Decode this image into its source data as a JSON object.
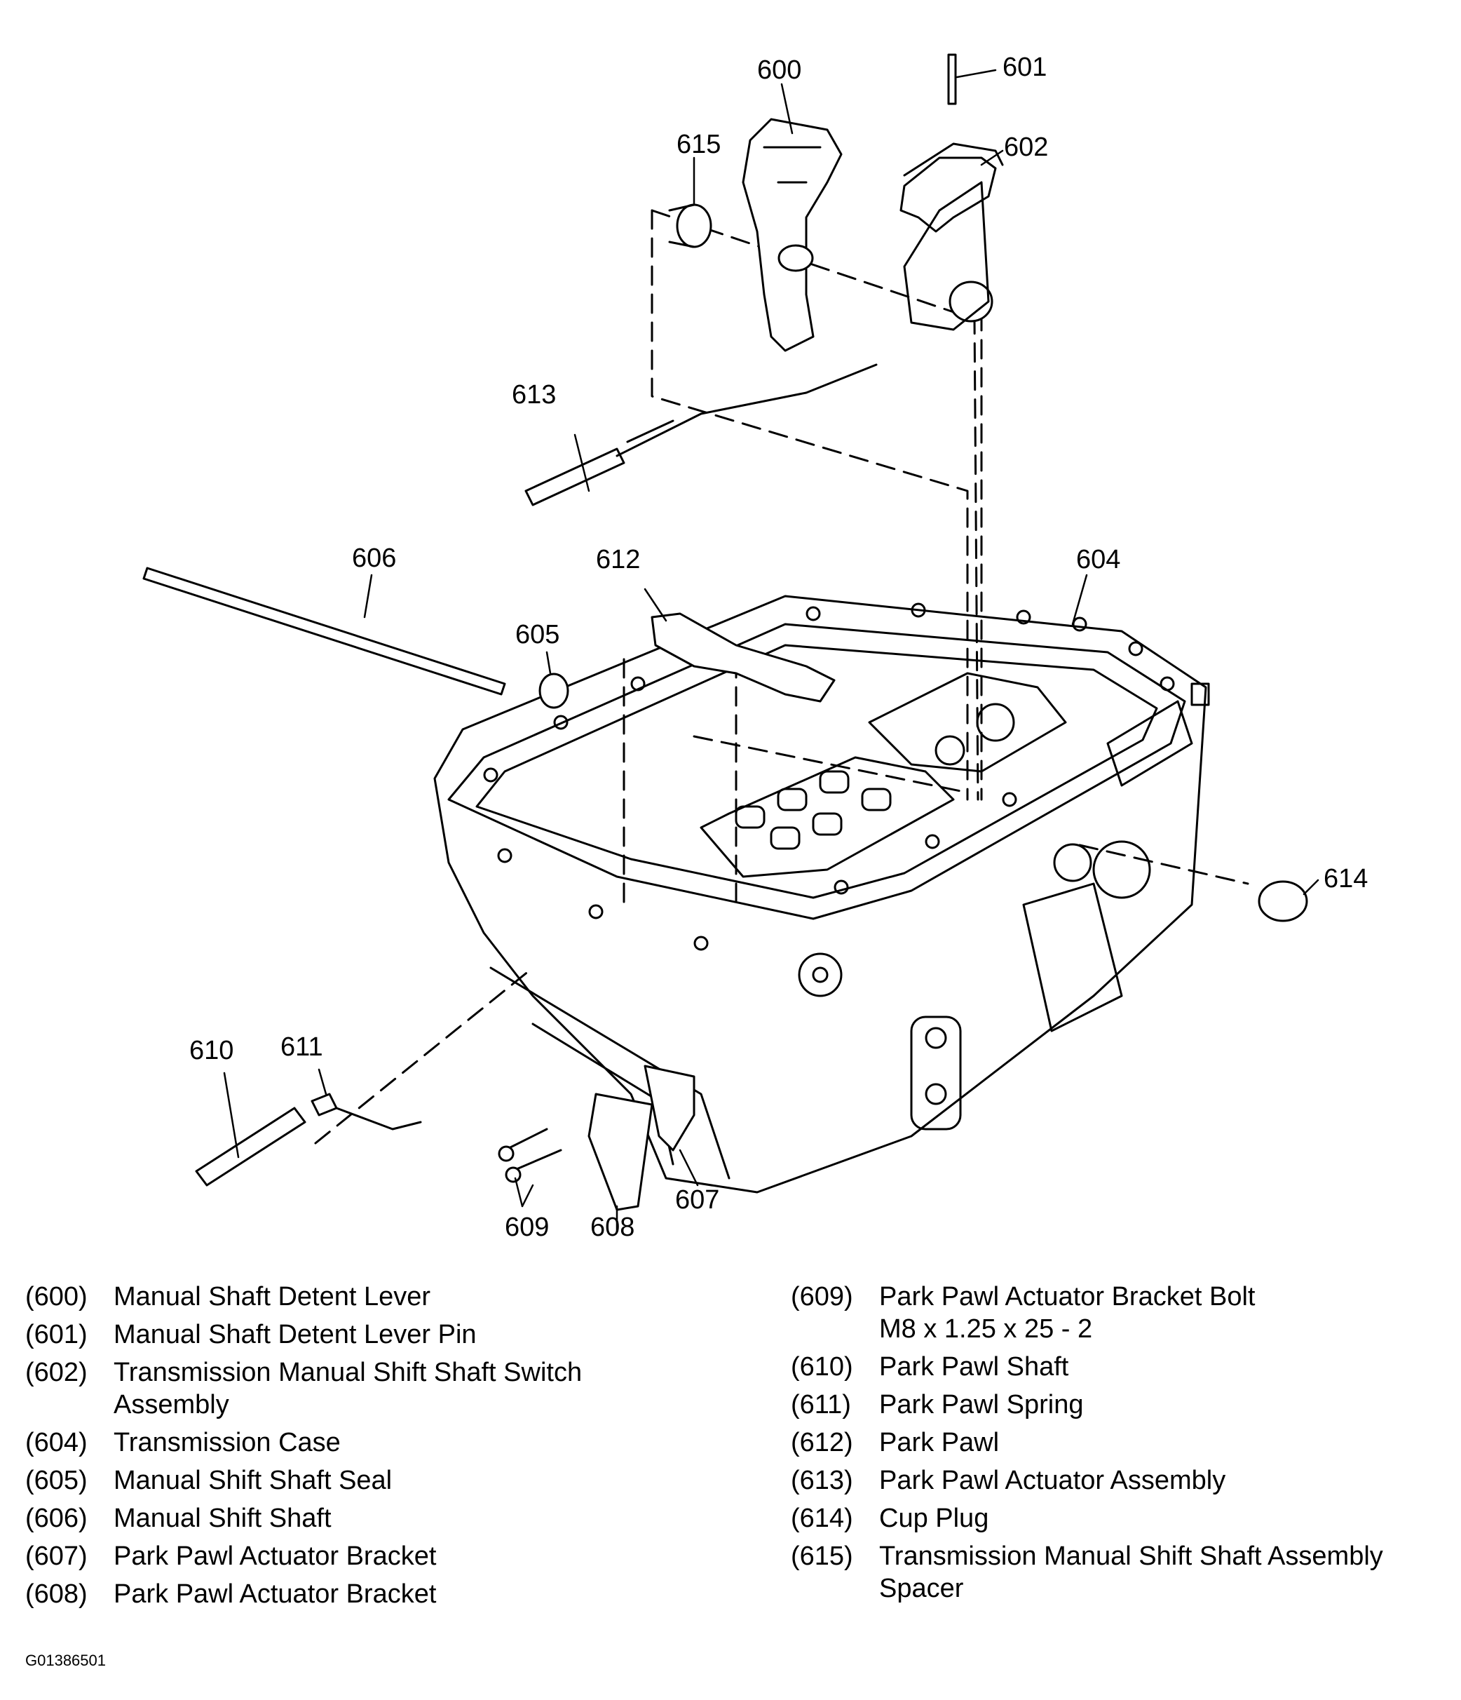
{
  "callouts": {
    "c600": "600",
    "c601": "601",
    "c602": "602",
    "c604": "604",
    "c605": "605",
    "c606": "606",
    "c607": "607",
    "c608": "608",
    "c609": "609",
    "c610": "610",
    "c611": "611",
    "c612": "612",
    "c613": "613",
    "c614": "614",
    "c615": "615"
  },
  "legend": {
    "left": [
      {
        "num": "(600)",
        "lines": [
          "Manual Shaft Detent Lever"
        ]
      },
      {
        "num": "(601)",
        "lines": [
          "Manual Shaft Detent Lever Pin"
        ]
      },
      {
        "num": "(602)",
        "lines": [
          "Transmission Manual Shift Shaft Switch",
          "Assembly"
        ]
      },
      {
        "num": "(604)",
        "lines": [
          "Transmission Case"
        ]
      },
      {
        "num": "(605)",
        "lines": [
          "Manual Shift Shaft Seal"
        ]
      },
      {
        "num": "(606)",
        "lines": [
          "Manual Shift Shaft"
        ]
      },
      {
        "num": "(607)",
        "lines": [
          "Park Pawl Actuator Bracket"
        ]
      },
      {
        "num": "(608)",
        "lines": [
          "Park Pawl Actuator Bracket"
        ]
      }
    ],
    "right": [
      {
        "num": "(609)",
        "lines": [
          "Park Pawl Actuator Bracket Bolt",
          "M8 x 1.25 x 25 - 2"
        ]
      },
      {
        "num": "(610)",
        "lines": [
          "Park Pawl Shaft"
        ]
      },
      {
        "num": "(611)",
        "lines": [
          "Park Pawl Spring"
        ]
      },
      {
        "num": "(612)",
        "lines": [
          "Park Pawl"
        ]
      },
      {
        "num": "(613)",
        "lines": [
          "Park Pawl Actuator Assembly"
        ]
      },
      {
        "num": "(614)",
        "lines": [
          "Cup Plug"
        ]
      },
      {
        "num": "(615)",
        "lines": [
          "Transmission Manual Shift Shaft Assembly",
          "Spacer"
        ]
      }
    ]
  },
  "figure_id": "G01386501"
}
